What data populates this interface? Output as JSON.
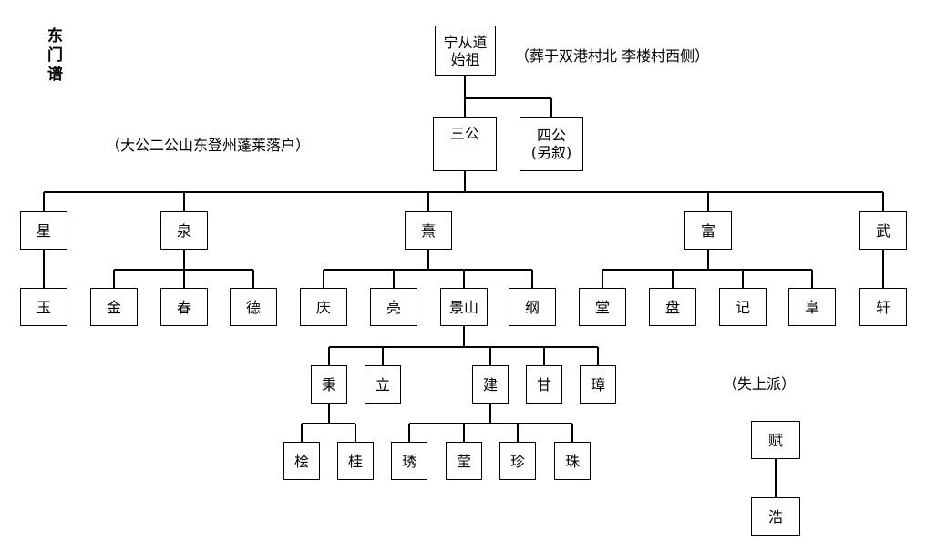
{
  "title": "东门谱",
  "notes": {
    "burial": "（葬于双港村北  李楼村西侧）",
    "origin": "（大公二公山东登州蓬莱落户）",
    "branch": "（失上派）"
  },
  "persons": {
    "founder": "宁从道\n始祖",
    "sangong": "三公",
    "sigong": "四公\n(另叙)",
    "xing": "星",
    "quan": "泉",
    "xi": "熹",
    "fu": "富",
    "wu": "武",
    "yu": "玉",
    "jin": "金",
    "chun": "春",
    "de": "德",
    "qing": "庆",
    "liang": "亮",
    "jingshan": "景山",
    "gang": "纲",
    "tang": "堂",
    "pan": "盘",
    "ji": "记",
    "fou": "阜",
    "xuan": "轩",
    "bing": "秉",
    "li": "立",
    "jian": "建",
    "gan": "甘",
    "zhang": "璋",
    "hui": "桧",
    "gui": "桂",
    "xiu": "琇",
    "ying": "莹",
    "zhen": "珍",
    "zhu": "珠",
    "fu2": "赋",
    "hao": "浩"
  }
}
